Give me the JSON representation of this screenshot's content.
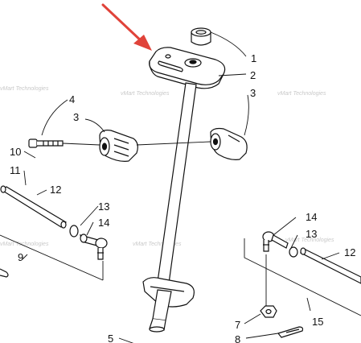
{
  "diagram": {
    "type": "exploded-parts-diagram",
    "callouts": {
      "c1": "1",
      "c2": "2",
      "c3a": "3",
      "c3b": "3",
      "c4": "4",
      "c5": "5",
      "c7": "7",
      "c8": "8",
      "c9": "9",
      "c10": "10",
      "c11": "11",
      "c12a": "12",
      "c12b": "12",
      "c13a": "13",
      "c13b": "13",
      "c14a": "14",
      "c14b": "14",
      "c15": "15"
    },
    "watermark": "vMart Technologies",
    "colors": {
      "line": "#111111",
      "arrow": "#e0433a",
      "watermark": "#c9c9c9",
      "background": "#ffffff"
    }
  }
}
